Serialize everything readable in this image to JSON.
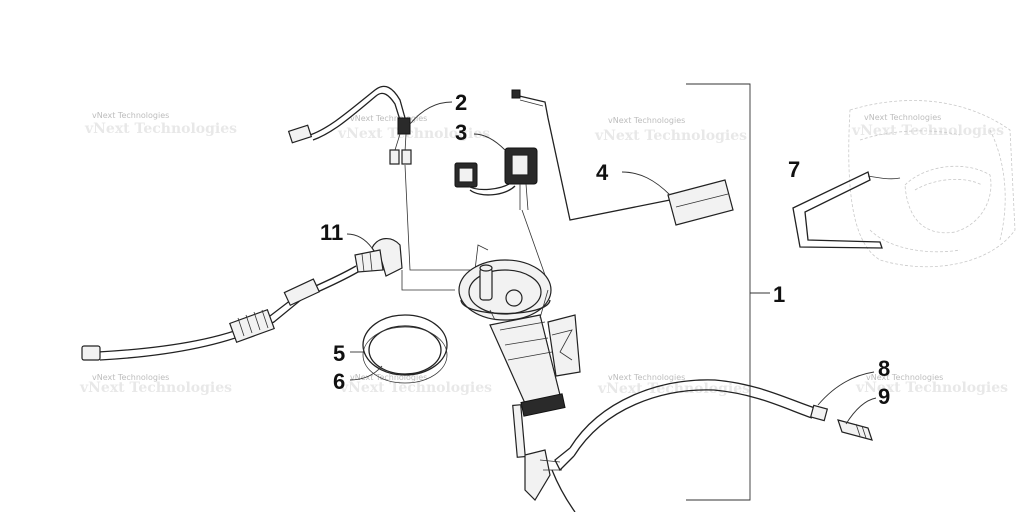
{
  "callouts": [
    "1",
    "2",
    "3",
    "4",
    "5",
    "6",
    "7",
    "8",
    "9",
    "11"
  ],
  "watermark": {
    "text": "vNext Technologies"
  }
}
